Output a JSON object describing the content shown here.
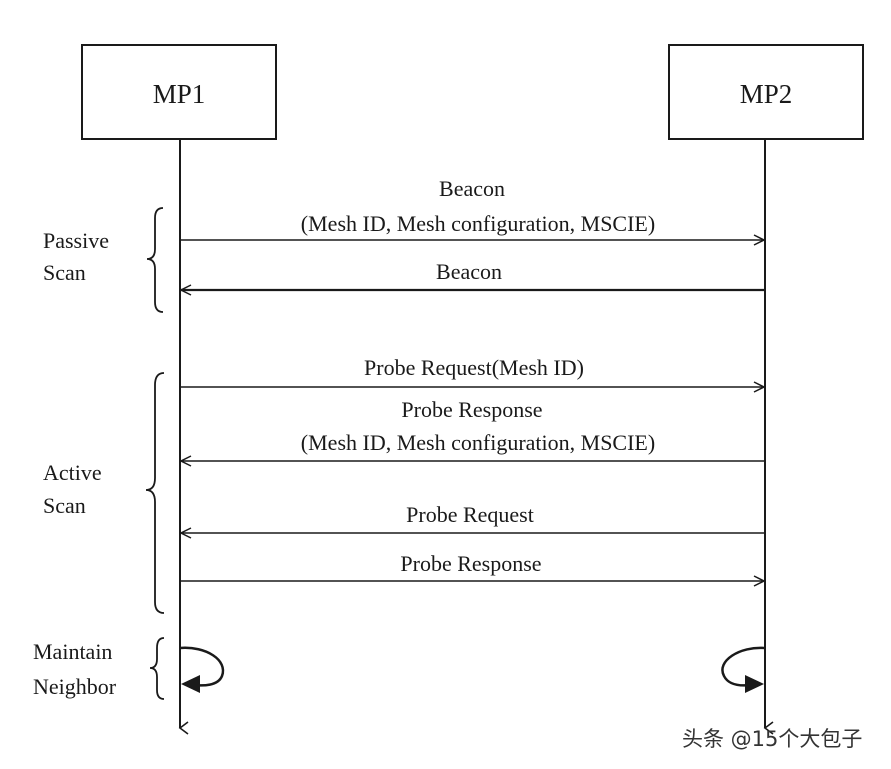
{
  "participants": {
    "left": "MP1",
    "right": "MP2"
  },
  "phases": {
    "passive_line1": "Passive",
    "passive_line2": "Scan",
    "active_line1": "Active",
    "active_line2": "Scan",
    "maintain_line1": "Maintain",
    "maintain_line2": "Neighbor"
  },
  "messages": [
    {
      "line1": "Beacon",
      "line2": "(Mesh ID, Mesh configuration, MSCIE)",
      "direction": "MP1 → MP2"
    },
    {
      "line1": "Beacon",
      "direction": "MP2 → MP1"
    },
    {
      "line1": "Probe Request(Mesh ID)",
      "direction": "MP1 → MP2"
    },
    {
      "line1": "Probe Response",
      "line2": "(Mesh ID, Mesh configuration, MSCIE)",
      "direction": "MP2 → MP1"
    },
    {
      "line1": "Probe Request",
      "direction": "MP2 → MP1"
    },
    {
      "line1": "Probe Response",
      "direction": "MP1 → MP2"
    }
  ],
  "watermark": "头条 @15个大包子",
  "colors": {
    "ink": "#1a1a1a",
    "background": "#ffffff"
  }
}
